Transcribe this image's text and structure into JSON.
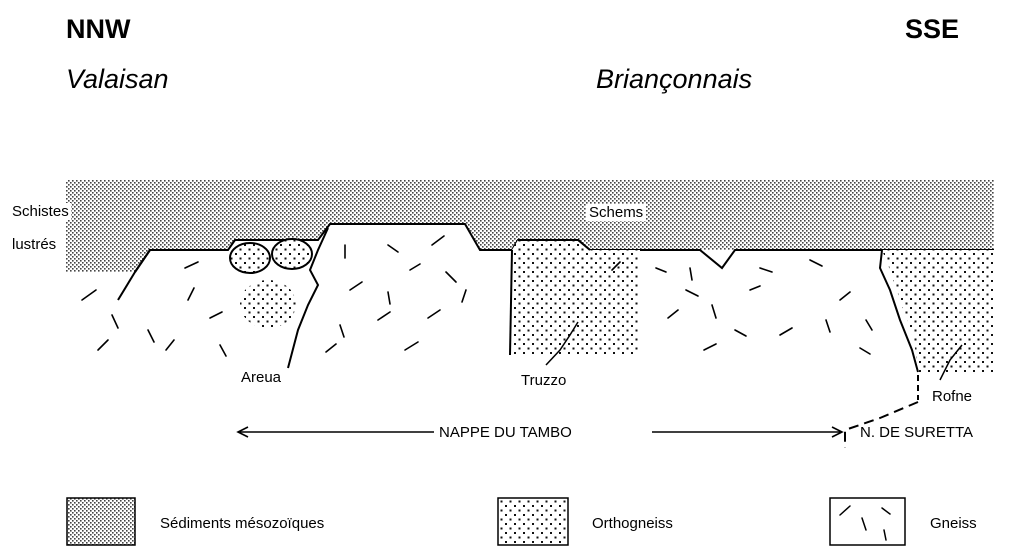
{
  "header": {
    "left_direction": "NNW",
    "right_direction": "SSE",
    "left_domain": "Valaisan",
    "right_domain": "Briançonnais"
  },
  "labels": {
    "schistes_line1": "Schistes",
    "schistes_line2": "lustrés",
    "schems": "Schems",
    "areua": "Areua",
    "truzzo": "Truzzo",
    "rofne": "Rofne",
    "nappe_du_tambo": "NAPPE DU TAMBO",
    "n_de_suretta": "N. DE SURETTA"
  },
  "legend": [
    {
      "pattern": "fine-dots",
      "label": "Sédiments mésozoïques"
    },
    {
      "pattern": "coarse-dots",
      "label": "Orthogneiss"
    },
    {
      "pattern": "dashes",
      "label": "Gneiss"
    }
  ]
}
